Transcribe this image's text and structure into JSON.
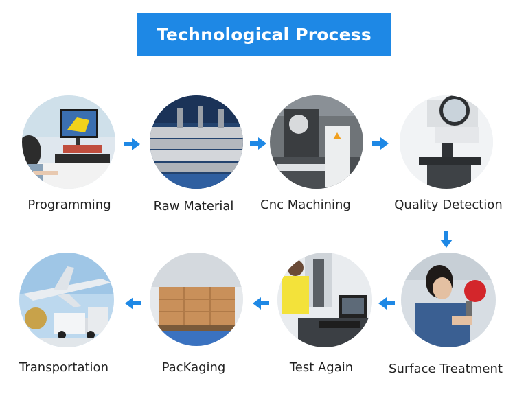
{
  "title": "Technological Process",
  "accent_color": "#1e88e5",
  "arrow_color": "#1e88e5",
  "steps": [
    {
      "label": "Programming"
    },
    {
      "label": "Raw Material"
    },
    {
      "label": "Cnc Machining"
    },
    {
      "label": "Quality Detection"
    },
    {
      "label": "Surface Treatment"
    },
    {
      "label": "Test Again"
    },
    {
      "label": "PacKaging"
    },
    {
      "label": "Transportation"
    }
  ]
}
